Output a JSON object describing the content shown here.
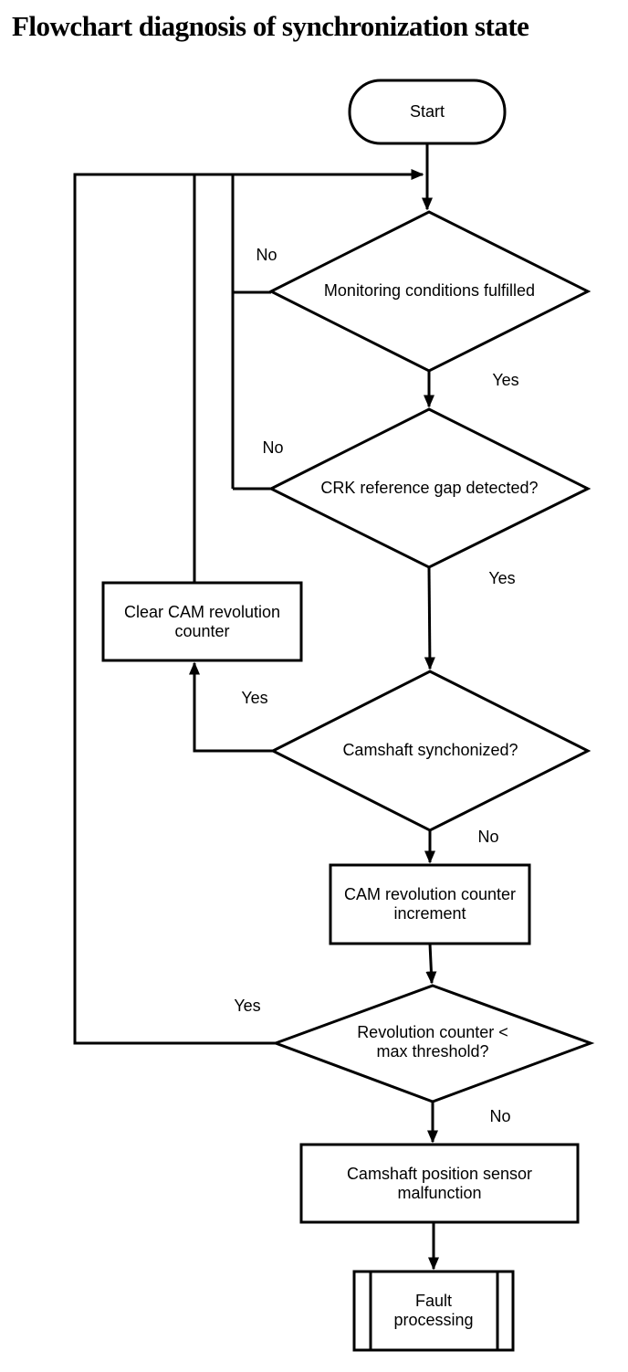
{
  "title": "Flowchart diagnosis of synchronization state",
  "flowchart": {
    "start": {
      "label": "Start"
    },
    "decisions": [
      {
        "label": "Monitoring conditions fulfilled",
        "left_branch": "No",
        "down_branch": "Yes"
      },
      {
        "label": "CRK reference gap detected?",
        "left_branch": "No",
        "down_branch": "Yes"
      },
      {
        "label": "Camshaft synchonized?",
        "left_branch": "Yes",
        "down_branch": "No"
      },
      {
        "label": "Revolution counter < max threshold?",
        "left_branch": "Yes",
        "down_branch": "No"
      }
    ],
    "processes": [
      {
        "label": "Clear CAM revolution counter"
      },
      {
        "label": "CAM revolution counter increment"
      },
      {
        "label": "Camshaft position sensor malfunction"
      },
      {
        "label": "Fault processing"
      }
    ]
  }
}
